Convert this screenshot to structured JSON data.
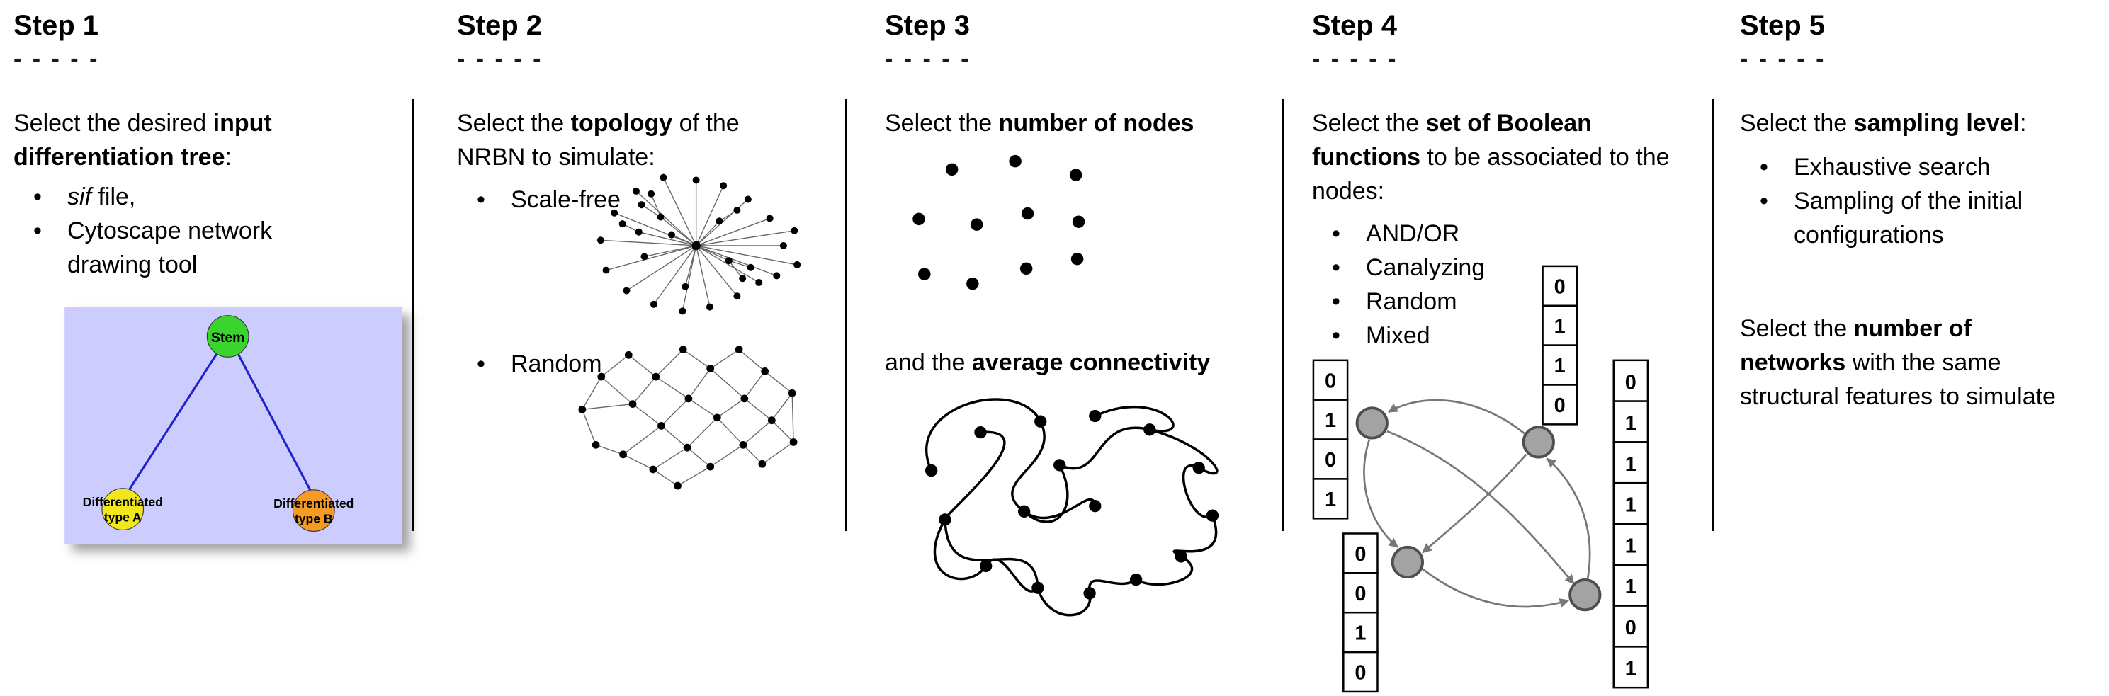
{
  "steps": [
    {
      "title": "Step 1",
      "dashes": "- - - - -",
      "intro": {
        "pre": "Select the desired ",
        "bold": "input differentiation tree",
        "post": ":"
      },
      "bullets": [
        {
          "italic": "sif",
          "rest": " file,"
        },
        {
          "text": "Cytoscape network drawing tool"
        }
      ],
      "tree": {
        "background": "#ccccff",
        "edge_color": "#2222cc",
        "stem": {
          "label": "Stem",
          "color": "#3bd42f"
        },
        "type_a": {
          "label_line1": "Differentiated",
          "label_line2": "type A",
          "color": "#f2e71d"
        },
        "type_b": {
          "label_line1": "Differentiated",
          "label_line2": "type B",
          "color": "#f59a23"
        }
      }
    },
    {
      "title": "Step 2",
      "dashes": "- - - - -",
      "intro": {
        "pre": "Select the ",
        "bold": "topology",
        "post": " of the NRBN to simulate:"
      },
      "bullets": [
        {
          "text": "Scale-free"
        },
        {
          "text": "Random"
        }
      ]
    },
    {
      "title": "Step 3",
      "dashes": "- - - - -",
      "line1": {
        "pre": "Select the ",
        "bold": "number of nodes",
        "post": ""
      },
      "line2": {
        "pre": "and the ",
        "bold": "average connectivity",
        "post": ""
      }
    },
    {
      "title": "Step 4",
      "dashes": "- - - - -",
      "intro": {
        "pre": "Select the ",
        "bold": "set of Boolean functions",
        "post": " to be associated to the nodes:"
      },
      "bullets": [
        {
          "text": "AND/OR"
        },
        {
          "text": "Canalyzing"
        },
        {
          "text": "Random"
        },
        {
          "text": "Mixed"
        }
      ],
      "node_color": "#a3a3a3",
      "node_stroke": "#4f4f4f",
      "edge_color": "#777777",
      "tables": {
        "t1": [
          "0",
          "1",
          "1",
          "0"
        ],
        "t2": [
          "0",
          "1",
          "0",
          "1"
        ],
        "t3": [
          "0",
          "0",
          "1",
          "0"
        ],
        "t4": [
          "0",
          "1",
          "1",
          "1",
          "1",
          "1",
          "0",
          "1"
        ]
      }
    },
    {
      "title": "Step 5",
      "dashes": "- - - - -",
      "intro": {
        "pre": "Select the ",
        "bold": "sampling level",
        "post": ":"
      },
      "bullets": [
        {
          "text": "Exhaustive search"
        },
        {
          "text": "Sampling of the initial configurations"
        }
      ],
      "para2": {
        "pre": "Select the ",
        "bold": "number of networks",
        "post": " with the same structural features to simulate"
      }
    }
  ]
}
